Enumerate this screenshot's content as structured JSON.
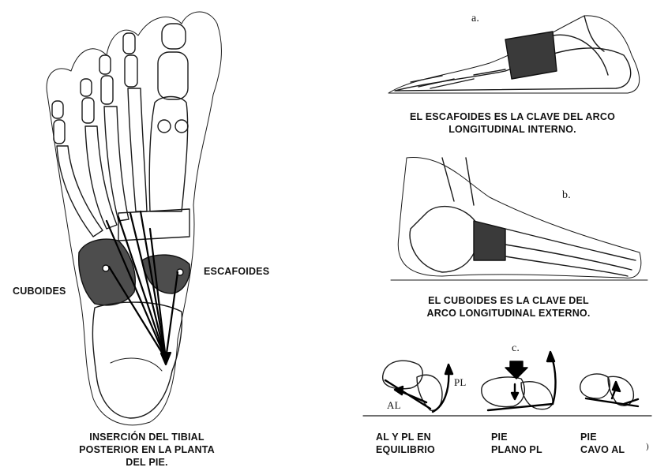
{
  "foot_plantar": {
    "label_cuboides": "CUBOIDES",
    "label_escafoides": "ESCAFOIDES",
    "caption": "INSERCIÓN DEL TIBIAL\nPOSTERIOR EN LA PLANTA\nDEL PIE."
  },
  "panel_a": {
    "letter": "a.",
    "caption": "EL ESCAFOIDES ES LA CLAVE DEL ARCO\nLONGITUDINAL INTERNO."
  },
  "panel_b": {
    "letter": "b.",
    "caption": "EL CUBOIDES ES LA CLAVE DEL\nARCO LONGITUDINAL EXTERNO."
  },
  "panel_c": {
    "letter": "c.",
    "arrow_labels": {
      "al": "AL",
      "pl": "PL"
    },
    "captions": [
      "AL Y PL EN\nEQUILIBRIO",
      "PIE\nPLANO PL",
      "PIE\nCAVO AL"
    ],
    "stray_mark": ")"
  },
  "colors": {
    "ink": "#1a1a1a",
    "bone_shade": "#555555",
    "key_bone": "#333333"
  }
}
